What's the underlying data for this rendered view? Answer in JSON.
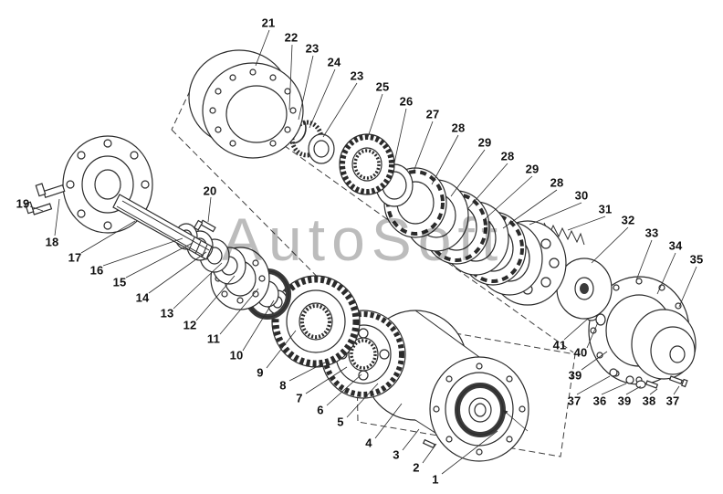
{
  "watermark": {
    "text": "AutoSoft",
    "color": "#8f8f8f"
  },
  "diagram": {
    "type": "exploded-parts-diagram",
    "background": "#ffffff",
    "line_color": "#2b2b2b"
  },
  "callouts": [
    {
      "label": "21"
    },
    {
      "label": "22"
    },
    {
      "label": "23"
    },
    {
      "label": "24"
    },
    {
      "label": "23"
    },
    {
      "label": "25"
    },
    {
      "label": "26"
    },
    {
      "label": "27"
    },
    {
      "label": "28"
    },
    {
      "label": "29"
    },
    {
      "label": "28"
    },
    {
      "label": "29"
    },
    {
      "label": "28"
    },
    {
      "label": "30"
    },
    {
      "label": "31"
    },
    {
      "label": "32"
    },
    {
      "label": "33"
    },
    {
      "label": "34"
    },
    {
      "label": "35"
    },
    {
      "label": "19"
    },
    {
      "label": "18"
    },
    {
      "label": "17"
    },
    {
      "label": "16"
    },
    {
      "label": "15"
    },
    {
      "label": "14"
    },
    {
      "label": "13"
    },
    {
      "label": "12"
    },
    {
      "label": "11"
    },
    {
      "label": "10"
    },
    {
      "label": "20"
    },
    {
      "label": "9"
    },
    {
      "label": "8"
    },
    {
      "label": "7"
    },
    {
      "label": "6"
    },
    {
      "label": "5"
    },
    {
      "label": "4"
    },
    {
      "label": "3"
    },
    {
      "label": "2"
    },
    {
      "label": "1"
    },
    {
      "label": "41"
    },
    {
      "label": "40"
    },
    {
      "label": "39"
    },
    {
      "label": "37"
    },
    {
      "label": "36"
    },
    {
      "label": "39"
    },
    {
      "label": "38"
    },
    {
      "label": "37"
    }
  ]
}
